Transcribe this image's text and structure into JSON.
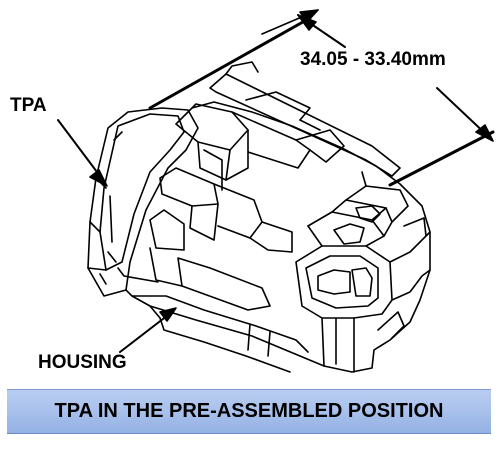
{
  "figure": {
    "dimension_label": "34.05 - 33.40mm",
    "callouts": {
      "tpa": "TPA",
      "housing": "HOUSING"
    },
    "caption": "TPA IN THE PRE-ASSEMBLED POSITION"
  },
  "colors": {
    "caption_bar": "#aac2ec",
    "line_art": "#000000"
  }
}
